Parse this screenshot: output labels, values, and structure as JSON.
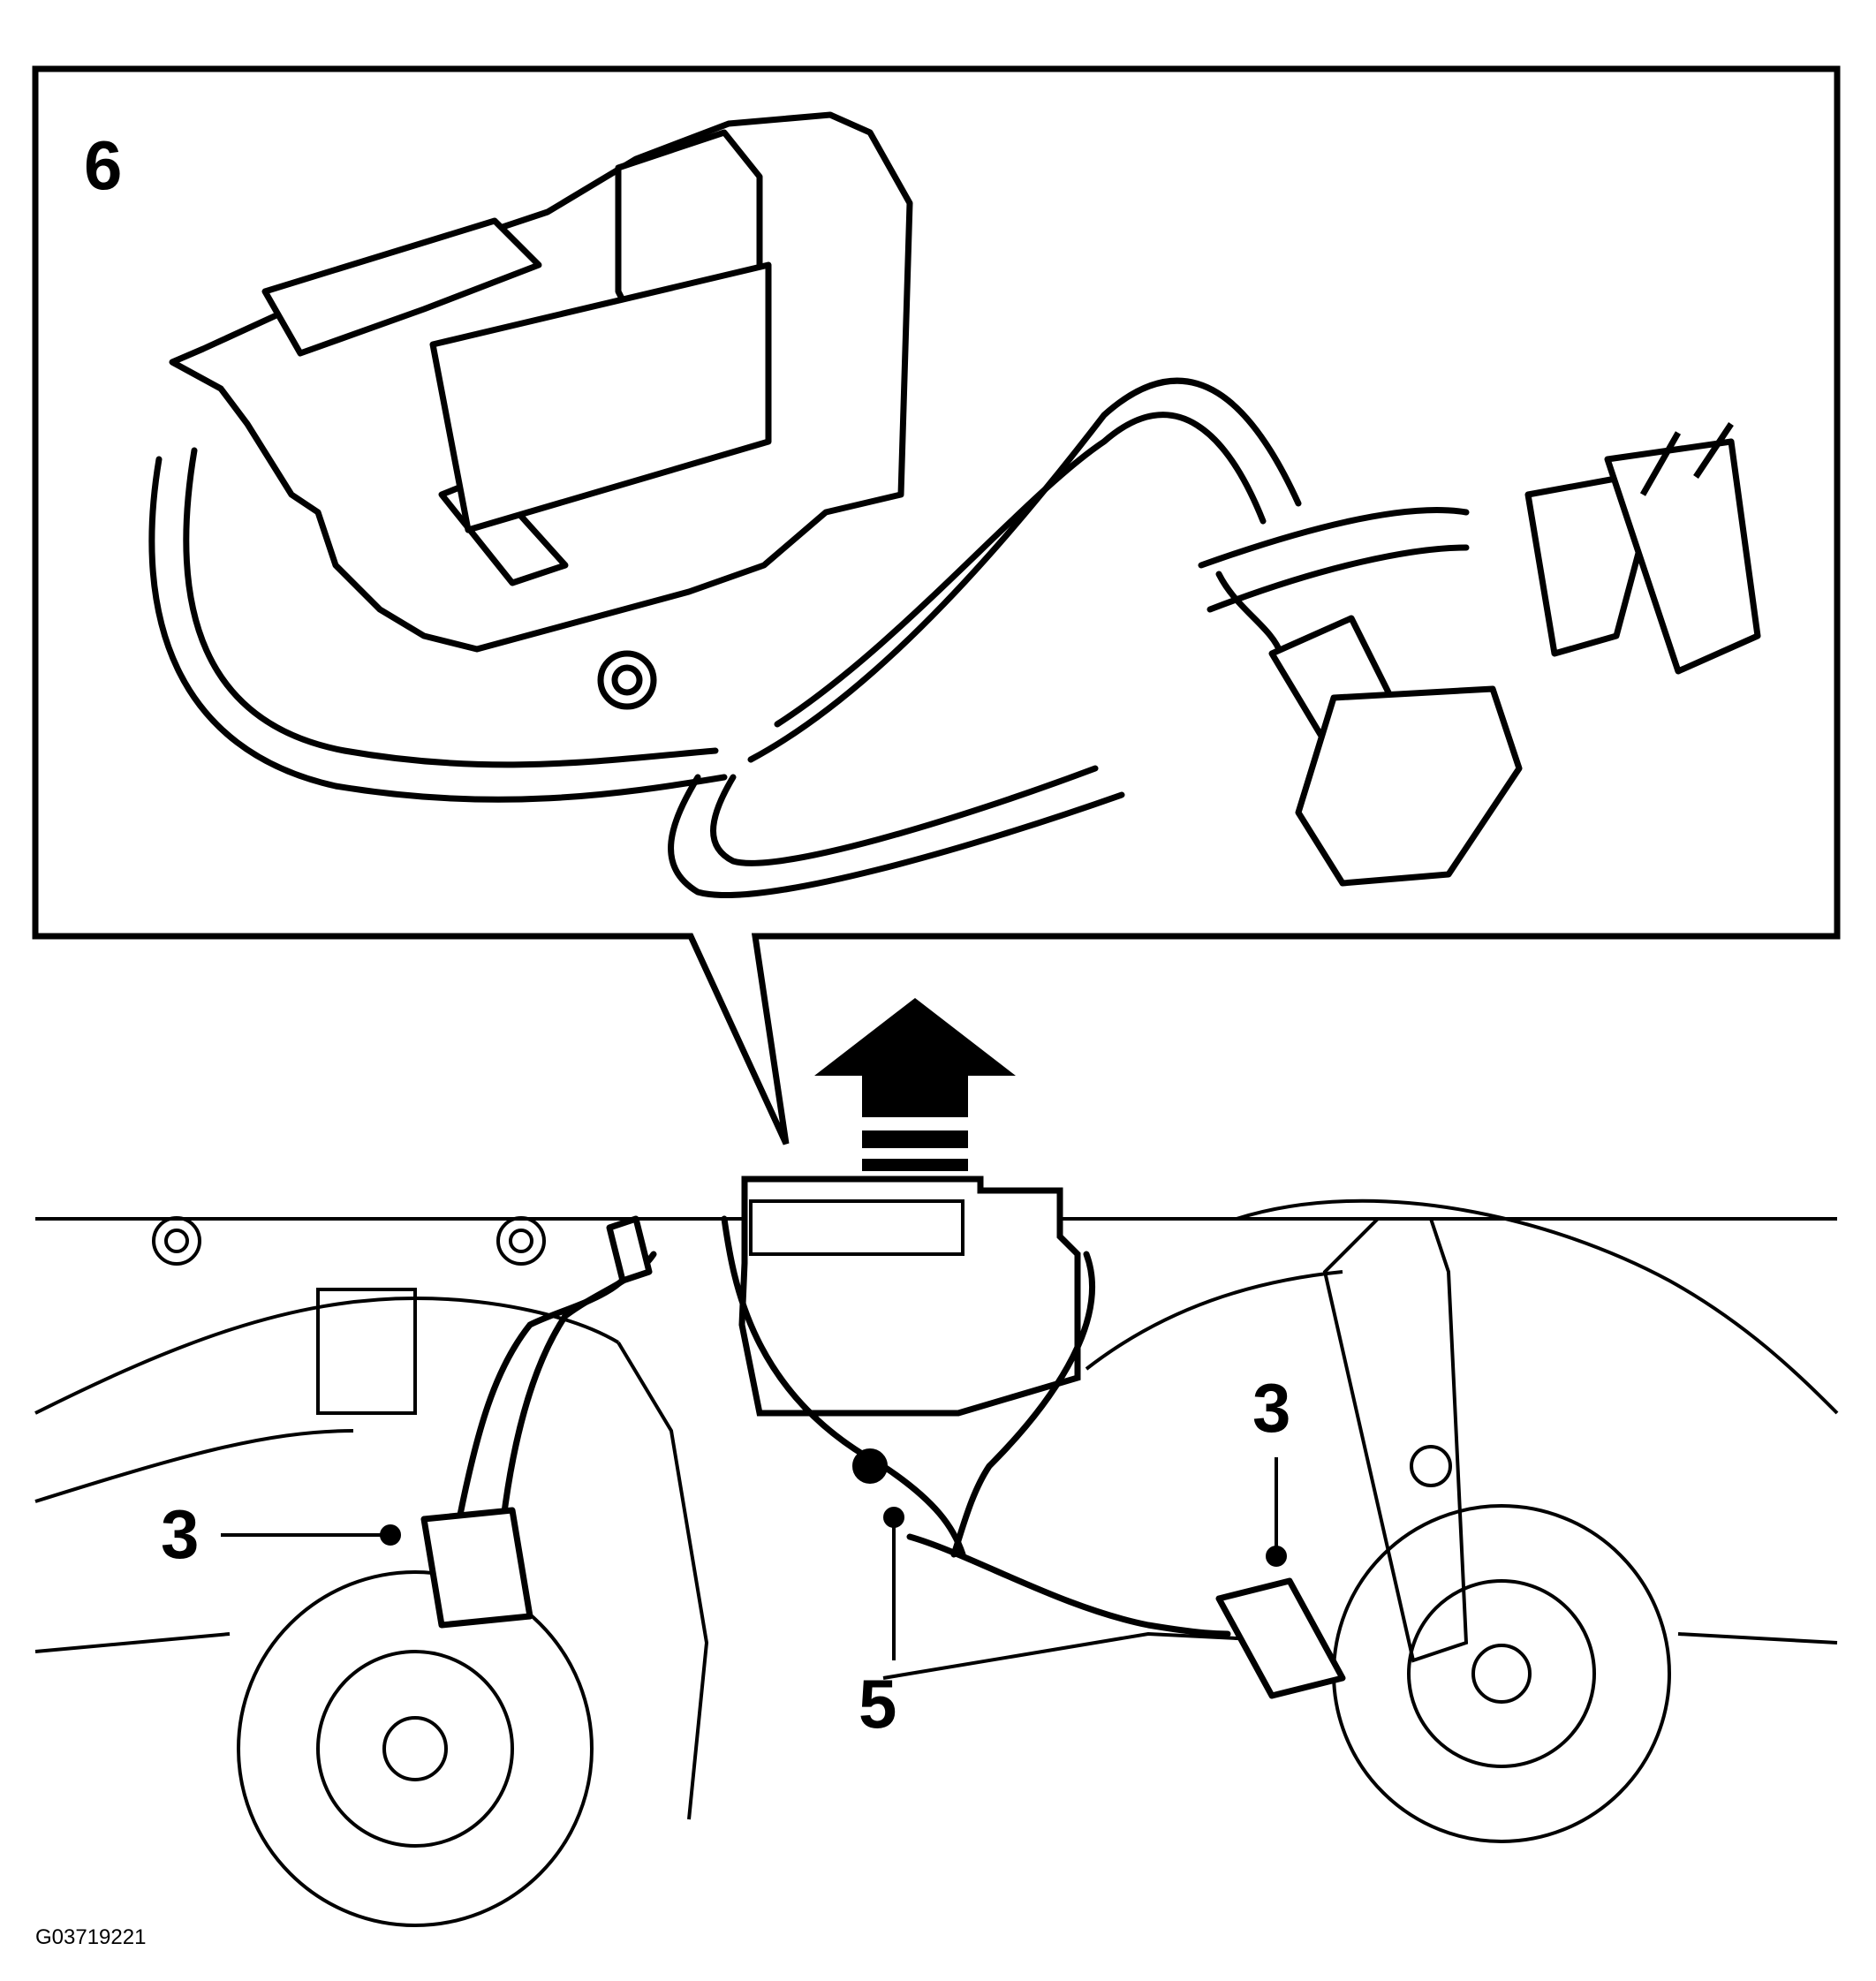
{
  "labels": {
    "detail_callout": "6",
    "left_connector_callout": "3",
    "right_connector_callout": "3",
    "ground_bolt_callout": "5"
  },
  "figure_id": "G03719221",
  "colors": {
    "ink": "#000000",
    "paper": "#ffffff"
  }
}
